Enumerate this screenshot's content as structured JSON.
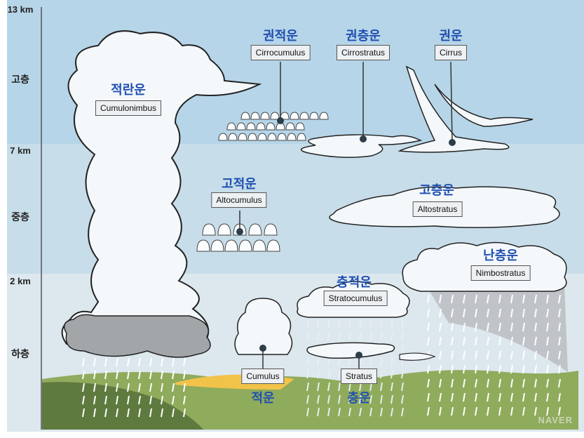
{
  "axis": {
    "altitudes": [
      "13 km",
      "7 km",
      "2 km"
    ],
    "layers": [
      "고층",
      "중층",
      "하층"
    ]
  },
  "clouds": {
    "cumulonimbus": {
      "korean": "적란운",
      "english": "Cumulonimbus"
    },
    "cirrocumulus": {
      "korean": "권적운",
      "english": "Cirrocumulus"
    },
    "cirrostratus": {
      "korean": "권층운",
      "english": "Cirrostratus"
    },
    "cirrus": {
      "korean": "권운",
      "english": "Cirrus"
    },
    "altocumulus": {
      "korean": "고적운",
      "english": "Altocumulus"
    },
    "altostratus": {
      "korean": "고층운",
      "english": "Altostratus"
    },
    "nimbostratus": {
      "korean": "난층운",
      "english": "Nimbostratus"
    },
    "stratocumulus": {
      "korean": "층적운",
      "english": "Stratocumulus"
    },
    "cumulus": {
      "korean": "적운",
      "english": "Cumulus"
    },
    "stratus": {
      "korean": "층운",
      "english": "Stratus"
    }
  },
  "watermark": "NAVER",
  "colors": {
    "sky_high": "#b6d5e8",
    "sky_mid": "#c7dde9",
    "sky_low": "#dce7ee",
    "ground": "#8fab5c",
    "ground_dark": "#5f7a3f",
    "label_blue": "#1f4fb0"
  }
}
